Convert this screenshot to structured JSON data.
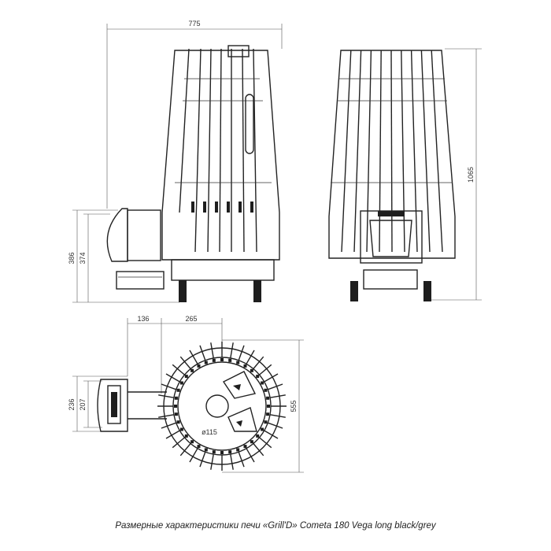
{
  "caption": "Размерные характеристики печи «Grill'D» Cometa 180 Vega long black/grey",
  "dimensions": {
    "width_total": "775",
    "height_total": "1065",
    "height_firebox": "386",
    "height_firebox_inner": "374",
    "top_offset": "136",
    "top_radius": "265",
    "depth_total": "555",
    "door_outer": "236",
    "door_inner": "207",
    "flue_diameter": "ø115"
  }
}
